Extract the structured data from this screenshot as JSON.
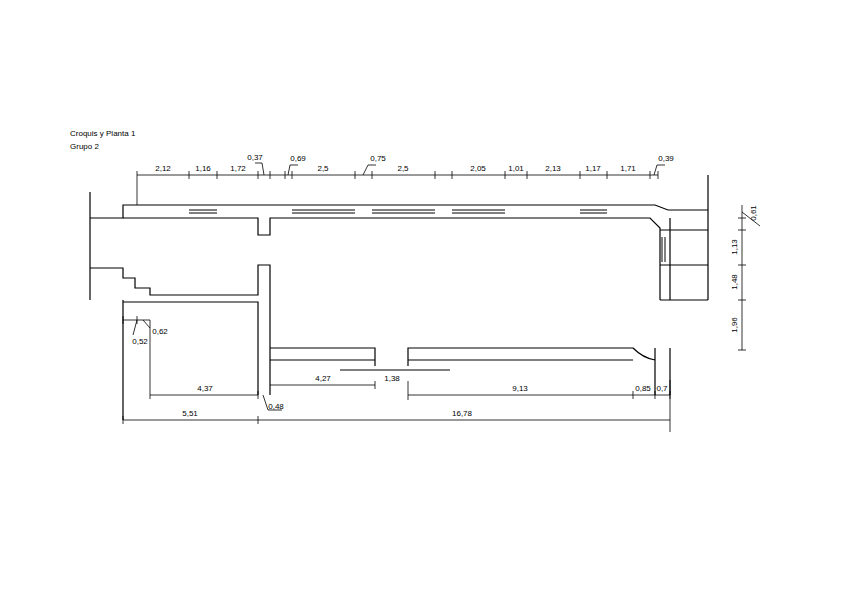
{
  "diagram": {
    "title": "Croquis y Planta 1",
    "labels": [
      "Grupo 2",
      "2,12",
      "1,16",
      "1,72",
      "0,37",
      "0,69",
      "2,5",
      "0,75",
      "2,5",
      "2,05",
      "1,01",
      "2,13",
      "1,17",
      "1,71",
      "0,39",
      "0,61",
      "1,13",
      "1,48",
      "1,96",
      "0,62",
      "0,52",
      "4,37",
      "4,27",
      "1,38",
      "9,13",
      "0,85",
      "0,7",
      "0,48",
      "5,51",
      "16,78"
    ]
  }
}
